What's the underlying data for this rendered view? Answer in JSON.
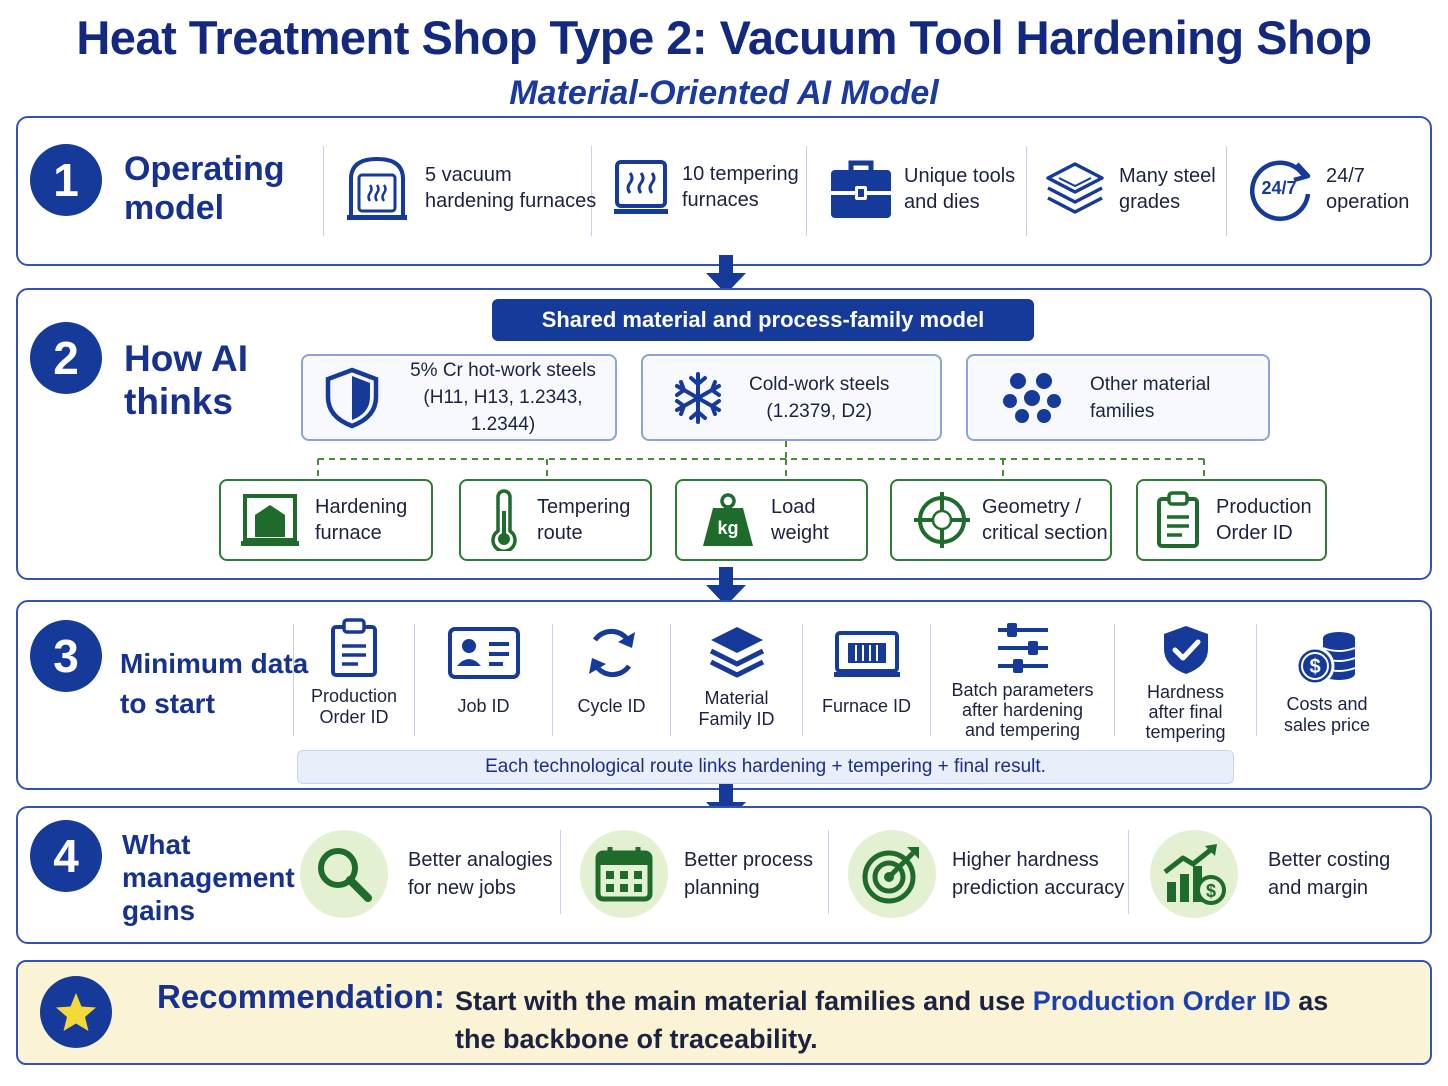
{
  "title": "Heat Treatment Shop Type 2: Vacuum Tool Hardening Shop",
  "subtitle": "Material-Oriented AI Model",
  "colors": {
    "primary": "#163a9a",
    "green": "#2e7d32",
    "light_green": "#e4f0d2",
    "recommendation_bg": "#fbf3d6"
  },
  "section1": {
    "number": "1",
    "title_line1": "Operating",
    "title_line2": "model",
    "items": [
      {
        "icon": "vacuum-furnace-icon",
        "line1": "5 vacuum",
        "line2": "hardening furnaces"
      },
      {
        "icon": "tempering-furnace-icon",
        "line1": "10 tempering",
        "line2": "furnaces"
      },
      {
        "icon": "toolbox-icon",
        "line1": "Unique tools",
        "line2": "and dies"
      },
      {
        "icon": "layers-icon",
        "line1": "Many steel",
        "line2": "grades"
      },
      {
        "icon": "clock-247-icon",
        "badge": "24/7",
        "line1": "24/7",
        "line2": "operation"
      }
    ]
  },
  "section2": {
    "number": "2",
    "title_line1": "How AI",
    "title_line2": "thinks",
    "banner": "Shared material and process-family model",
    "families": [
      {
        "icon": "shield-icon",
        "line1": "5% Cr hot-work steels",
        "line2": "(H11, H13, 1.2343, 1.2344)"
      },
      {
        "icon": "snowflake-icon",
        "line1": "Cold-work steels",
        "line2": "(1.2379, D2)"
      },
      {
        "icon": "dots-icon",
        "line1": "Other material",
        "line2": "families"
      }
    ],
    "features": [
      {
        "icon": "furnace-icon",
        "line1": "Hardening",
        "line2": "furnace"
      },
      {
        "icon": "thermometer-icon",
        "line1": "Tempering",
        "line2": "route"
      },
      {
        "icon": "weight-icon",
        "badge": "kg",
        "line1": "Load",
        "line2": "weight"
      },
      {
        "icon": "crosshair-icon",
        "line1": "Geometry /",
        "line2": "critical section"
      },
      {
        "icon": "clipboard-icon",
        "line1": "Production",
        "line2": "Order ID"
      }
    ]
  },
  "section3": {
    "number": "3",
    "title_line1": "Minimum data",
    "title_line2": "to start",
    "items": [
      {
        "icon": "clipboard-icon",
        "lines": [
          "Production",
          "Order ID"
        ]
      },
      {
        "icon": "id-card-icon",
        "lines": [
          "Job ID"
        ]
      },
      {
        "icon": "cycle-icon",
        "lines": [
          "Cycle ID"
        ]
      },
      {
        "icon": "layers-icon",
        "lines": [
          "Material",
          "Family ID"
        ]
      },
      {
        "icon": "furnace-id-icon",
        "lines": [
          "Furnace ID"
        ]
      },
      {
        "icon": "sliders-icon",
        "lines": [
          "Batch parameters",
          "after hardening",
          "and tempering"
        ]
      },
      {
        "icon": "shield-check-icon",
        "lines": [
          "Hardness",
          "after final",
          "tempering"
        ]
      },
      {
        "icon": "coins-icon",
        "lines": [
          "Costs and",
          "sales price"
        ]
      }
    ],
    "note": "Each technological route links hardening + tempering + final result."
  },
  "section4": {
    "number": "4",
    "title_line1": "What",
    "title_line2": "management",
    "title_line3": "gains",
    "items": [
      {
        "icon": "magnifier-icon",
        "line1": "Better analogies",
        "line2": "for new jobs"
      },
      {
        "icon": "calendar-icon",
        "line1": "Better process",
        "line2": "planning"
      },
      {
        "icon": "target-icon",
        "line1": "Higher hardness",
        "line2": "prediction accuracy"
      },
      {
        "icon": "growth-chart-icon",
        "line1": "Better costing",
        "line2": "and margin"
      }
    ]
  },
  "recommendation": {
    "label": "Recommendation:",
    "text_part1": "Start with the main material families and use",
    "highlight": "Production Order ID",
    "text_part2": "as",
    "line2": "the backbone of traceability."
  }
}
